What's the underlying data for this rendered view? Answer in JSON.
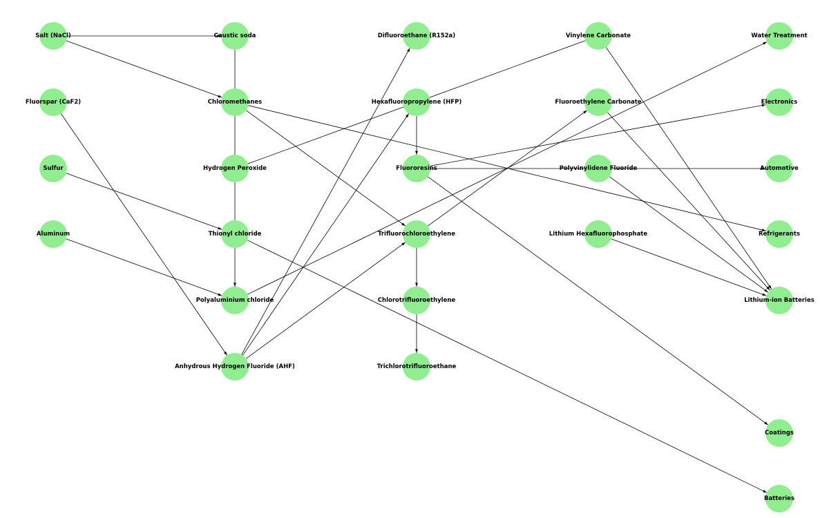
{
  "colors": {
    "node": "#90ee90",
    "edge": "#000000",
    "label": "#000000"
  },
  "nodes": [
    {
      "id": "salt",
      "label": "Salt (NaCl)"
    },
    {
      "id": "fluorspar",
      "label": "Fluorspar (CaF2)"
    },
    {
      "id": "sulfur",
      "label": "Sulfur"
    },
    {
      "id": "aluminum",
      "label": "Aluminum"
    },
    {
      "id": "caustic",
      "label": "Caustic soda"
    },
    {
      "id": "chloromethanes",
      "label": "Chloromethanes"
    },
    {
      "id": "peroxide",
      "label": "Hydrogen Peroxide"
    },
    {
      "id": "thionyl",
      "label": "Thionyl chloride"
    },
    {
      "id": "pac",
      "label": "Polyaluminium chloride"
    },
    {
      "id": "ahf",
      "label": "Anhydrous Hydrogen Fluoride (AHF)"
    },
    {
      "id": "r152a",
      "label": "Difluoroethane (R152a)"
    },
    {
      "id": "hfp",
      "label": "Hexafluoropropylene (HFP)"
    },
    {
      "id": "fluororesins",
      "label": "Fluororesins"
    },
    {
      "id": "tfce",
      "label": "Trifluorochloroethylene"
    },
    {
      "id": "ctfe",
      "label": "Chlorotrifluoroethylene"
    },
    {
      "id": "tcfe",
      "label": "Trichlorotrifluoroethane"
    },
    {
      "id": "vc",
      "label": "Vinylene Carbonate"
    },
    {
      "id": "fec",
      "label": "Fluoroethylene Carbonate"
    },
    {
      "id": "pvdf",
      "label": "Polyvinylidene Fluoride"
    },
    {
      "id": "lipf6",
      "label": "Lithium Hexafluorophosphate"
    },
    {
      "id": "water",
      "label": "Water Treatment"
    },
    {
      "id": "electronics",
      "label": "Electronics"
    },
    {
      "id": "automotive",
      "label": "Automotive"
    },
    {
      "id": "refrigerants",
      "label": "Refrigerants"
    },
    {
      "id": "libatt",
      "label": "Lithium-ion Batteries"
    },
    {
      "id": "coatings",
      "label": "Coatings"
    },
    {
      "id": "batteries",
      "label": "Batteries"
    }
  ],
  "edges": [
    {
      "from": "salt",
      "to": "caustic"
    },
    {
      "from": "salt",
      "to": "chloromethanes"
    },
    {
      "from": "caustic",
      "to": "chloromethanes"
    },
    {
      "from": "fluorspar",
      "to": "ahf"
    },
    {
      "from": "sulfur",
      "to": "thionyl"
    },
    {
      "from": "aluminum",
      "to": "pac"
    },
    {
      "from": "chloromethanes",
      "to": "peroxide"
    },
    {
      "from": "chloromethanes",
      "to": "tfce"
    },
    {
      "from": "chloromethanes",
      "to": "refrigerants"
    },
    {
      "from": "peroxide",
      "to": "thionyl"
    },
    {
      "from": "peroxide",
      "to": "vc"
    },
    {
      "from": "thionyl",
      "to": "pac"
    },
    {
      "from": "thionyl",
      "to": "batteries"
    },
    {
      "from": "pac",
      "to": "water"
    },
    {
      "from": "ahf",
      "to": "r152a"
    },
    {
      "from": "ahf",
      "to": "hfp"
    },
    {
      "from": "ahf",
      "to": "tfce"
    },
    {
      "from": "hfp",
      "to": "fluororesins"
    },
    {
      "from": "fluororesins",
      "to": "electronics"
    },
    {
      "from": "fluororesins",
      "to": "automotive"
    },
    {
      "from": "fluororesins",
      "to": "coatings"
    },
    {
      "from": "tfce",
      "to": "ctfe"
    },
    {
      "from": "tfce",
      "to": "fec"
    },
    {
      "from": "ctfe",
      "to": "tcfe"
    },
    {
      "from": "vc",
      "to": "libatt"
    },
    {
      "from": "fec",
      "to": "libatt"
    },
    {
      "from": "pvdf",
      "to": "libatt"
    },
    {
      "from": "lipf6",
      "to": "libatt"
    }
  ]
}
